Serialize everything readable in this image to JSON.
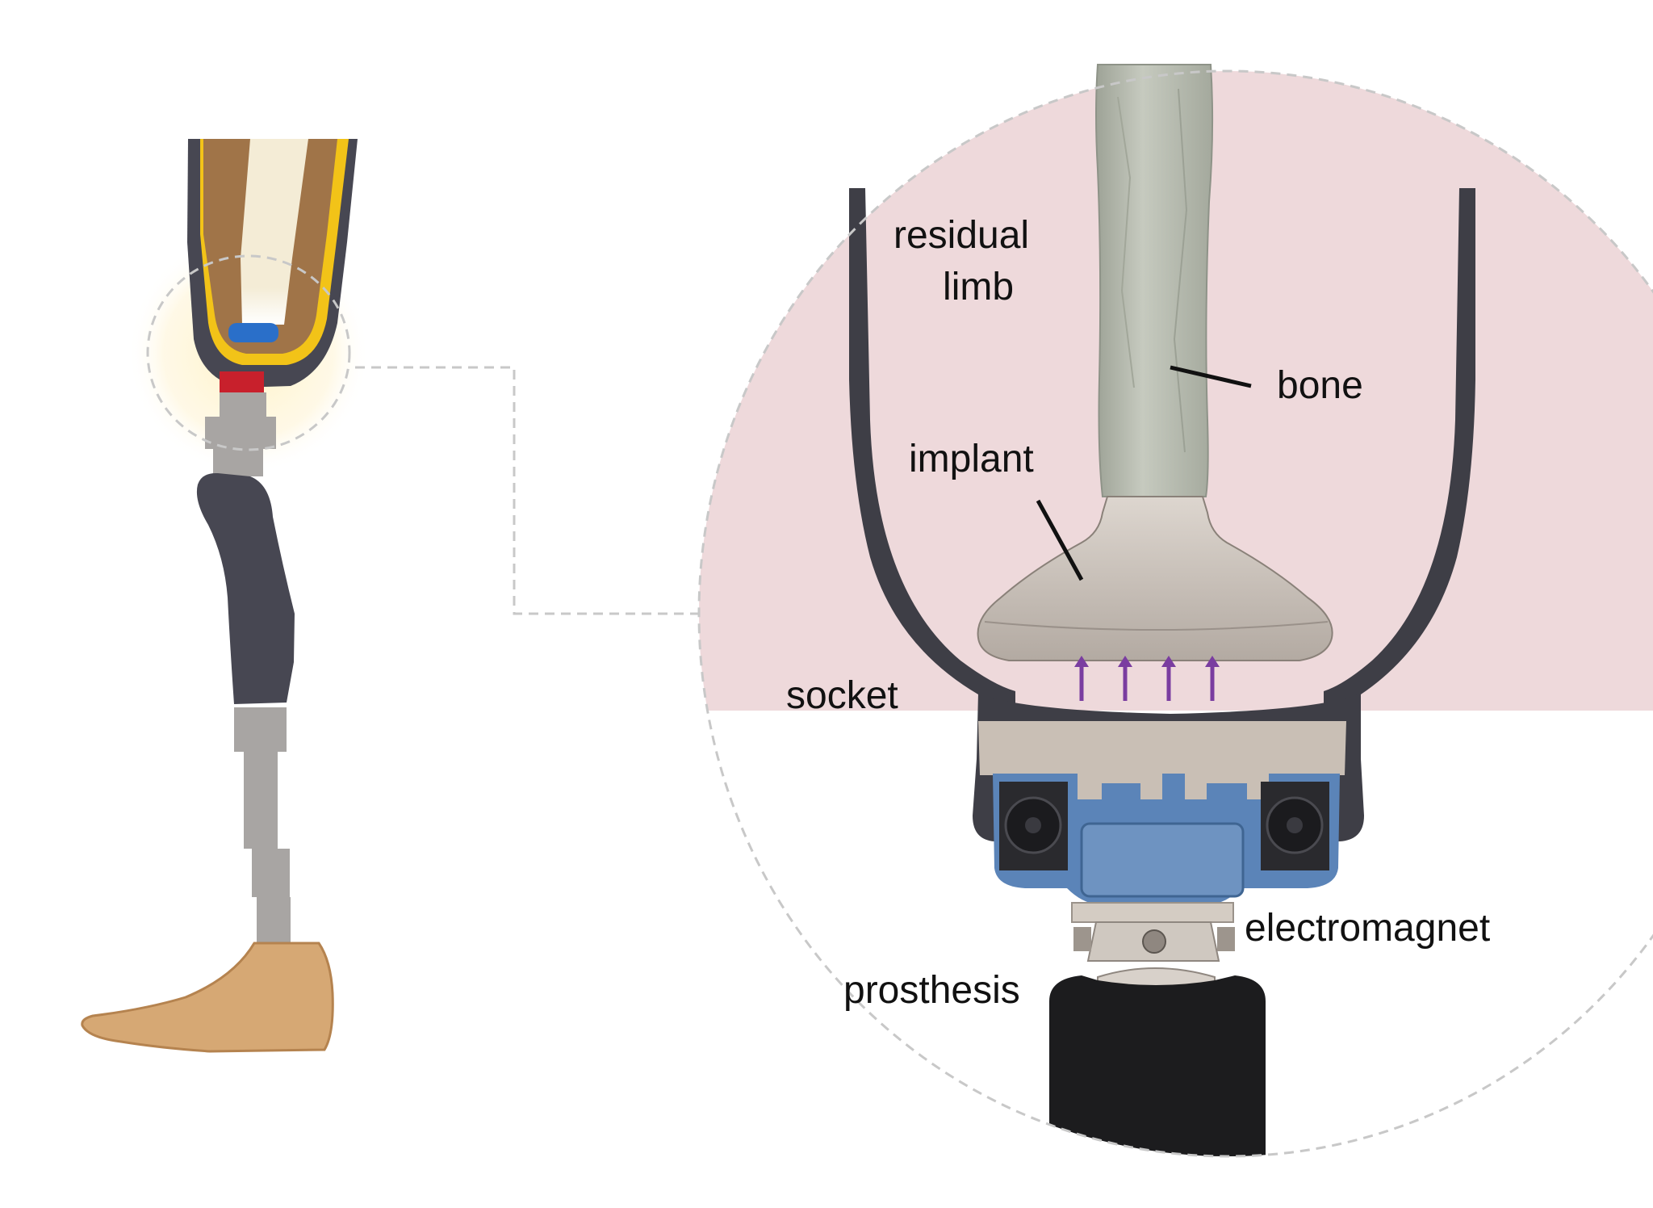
{
  "labels": {
    "residual_limb": [
      "residual",
      "limb"
    ],
    "bone": "bone",
    "implant": "implant",
    "socket": "socket",
    "electromagnet": "electromagnet",
    "prosthesis": "prosthesis"
  },
  "colors": {
    "skin_pink": "#eed9db",
    "socket_dark": "#3e3e46",
    "bone_gray": "#b7bcb0",
    "implant_gray": "#cdc5bd",
    "housing_beige": "#c9bfb5",
    "mount_blue": "#5b84b8",
    "prosthesis_black": "#1c1c1e",
    "arrow_purple": "#7a3da0",
    "leg_dark": "#474752",
    "leg_tan": "#a07448",
    "leg_yellow": "#f2c318",
    "foot_tan": "#d6a874",
    "pylon_gray": "#a8a5a3",
    "implant_blue": "#2a6fc9",
    "implant_red": "#c8202c",
    "glow_yellow": "#fff1c8",
    "dash_gray": "#c8c8c8"
  },
  "arrow_count": 4
}
